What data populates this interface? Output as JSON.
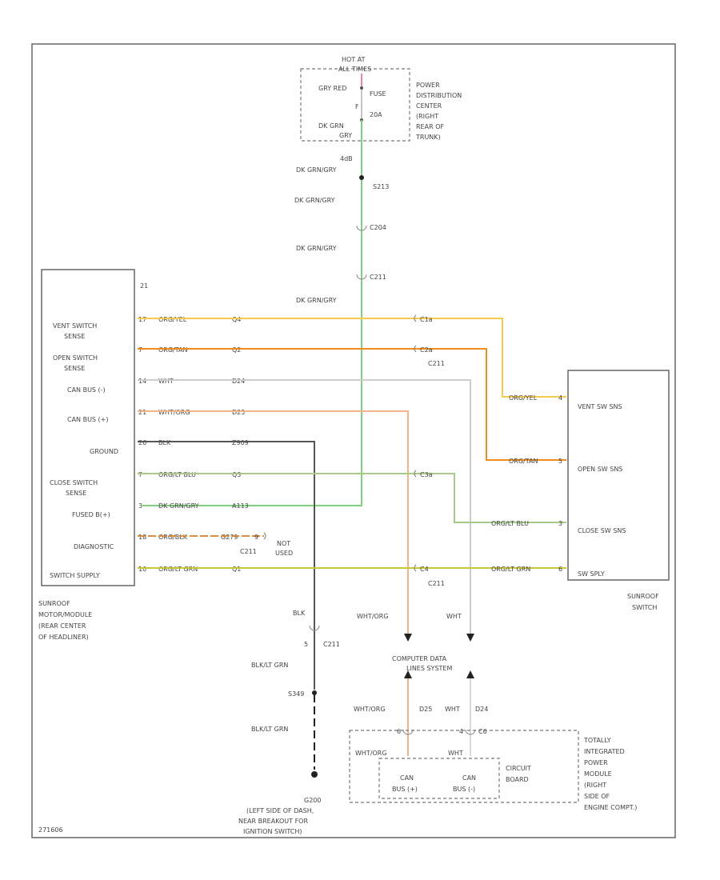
{
  "fuse_box": {
    "title_1": "HOT AT",
    "title_2": "ALL TIMES",
    "label_1": "GRY RED",
    "label_2": "DK GRN",
    "fuse_1": "FUSE",
    "fuse_2": "20A",
    "pin_1": "F",
    "pin_2": "GRY"
  },
  "pdc_label": [
    "POWER",
    "DISTRIBUTION",
    "CENTER",
    "(RIGHT",
    "REAR OF",
    "TRUNK)"
  ],
  "main_wire": {
    "seg_1_a": "4dB",
    "seg_1": "DK GRN/GRY",
    "splice": "S213",
    "seg_2": "DK GRN/GRY",
    "conn_1": "C204",
    "seg_3": "DK GRN/GRY",
    "conn_2": "C211",
    "seg_4": "DK GRN/GRY"
  },
  "module": {
    "pins": [
      {
        "label_1": "VENT SWITCH",
        "label_2": "SENSE",
        "pin": "17",
        "wire": "ORG/YEL",
        "ckt": "Q4"
      },
      {
        "label_1": "OPEN SWITCH",
        "label_2": "SENSE",
        "pin": "7",
        "wire": "ORG/TAN",
        "ckt": "Q2"
      },
      {
        "label_1": "CAN BUS (-)",
        "label_2": "",
        "pin": "14",
        "wire": "WHT",
        "ckt": "D24"
      },
      {
        "label_1": "CAN BUS (+)",
        "label_2": "",
        "pin": "21",
        "wire": "WHT/ORG",
        "ckt": "D25"
      },
      {
        "label_1": "GROUND",
        "label_2": "",
        "pin": "26",
        "wire": "BLK",
        "ckt": "Z909"
      },
      {
        "label_1": "CLOSE SWITCH",
        "label_2": "SENSE",
        "pin": "7",
        "wire": "ORG/LT BLU",
        "ckt": "Q3"
      },
      {
        "label_1": "FUSED B(+)",
        "label_2": "",
        "pin": "3",
        "wire": "DK GRN/GRY",
        "ckt": "A113"
      },
      {
        "label_1": "DIAGNOSTIC",
        "label_2": "",
        "pin": "18",
        "wire": "ORG/BLK",
        "ckt": "G279"
      },
      {
        "label_1": "SWITCH SUPPLY",
        "label_2": "",
        "pin": "10",
        "wire": "ORG/LT GRN",
        "ckt": "Q1"
      }
    ],
    "top_pin": "21",
    "name": [
      "SUNROOF",
      "MOTOR/MODULE",
      "(REAR CENTER",
      "OF HEADLINER)"
    ]
  },
  "connectors": {
    "c1": "C1a",
    "c2": "C2a",
    "c211": "C211",
    "c3": "C3a",
    "c4": "C4",
    "c211b": "C211",
    "diag_conn": "C211",
    "diag_pin": "9",
    "not_used_1": "NOT",
    "not_used_2": "USED"
  },
  "switch": {
    "pins": [
      {
        "wire": "ORG/YEL",
        "pin": "4",
        "label": "VENT SW SNS"
      },
      {
        "wire": "ORG/TAN",
        "pin": "5",
        "label": "OPEN SW SNS"
      },
      {
        "wire": "ORG/LT BLU",
        "pin": "3",
        "label": "CLOSE SW SNS"
      },
      {
        "wire": "ORG/LT GRN",
        "pin": "6",
        "label": "SW SPLY"
      }
    ],
    "name": [
      "SUNROOF",
      "SWITCH"
    ]
  },
  "ground": {
    "wire_1": "BLK",
    "conn_pin": "5",
    "conn": "C211",
    "wire_2": "BLK/LT GRN",
    "splice": "S349",
    "wire_3": "BLK/LT GRN",
    "name": [
      "G200",
      "(LEFT SIDE OF DASH,",
      "NEAR BREAKOUT FOR",
      "IGNITION SWITCH)"
    ]
  },
  "can": {
    "wire_wht_org": "WHT/ORG",
    "wire_wht": "WHT",
    "system_1": "COMPUTER DATA",
    "system_2": "LINES SYSTEM",
    "lower_1": "WHT/ORG",
    "lower_1_ckt": "D25",
    "lower_2": "WHT",
    "lower_2_ckt": "D24",
    "pin_a": "6",
    "pin_b": "4",
    "pin_b_conn": "C6",
    "inner_1": "WHT/ORG",
    "inner_2": "WHT"
  },
  "tipm": {
    "bus_1a": "CAN",
    "bus_1b": "BUS (+)",
    "bus_2a": "CAN",
    "bus_2b": "BUS (-)",
    "circuit_1": "CIRCUIT",
    "circuit_2": "BOARD",
    "name": [
      "TOTALLY",
      "INTEGRATED",
      "POWER",
      "MODULE",
      "(RIGHT",
      "SIDE OF",
      "ENGINE COMPT.)"
    ]
  },
  "footer_code": "271606",
  "colors": {
    "green": "#7fd07f",
    "dk_green": "#3aa84a",
    "yellow": "#f7c94d",
    "orange": "#ef8c1c",
    "light_orange": "#f2b48a",
    "grey": "#bbbbbb",
    "black": "#444444",
    "olive": "#c8c832",
    "blue_grn": "#a8c88a",
    "brown": "#d89040"
  }
}
